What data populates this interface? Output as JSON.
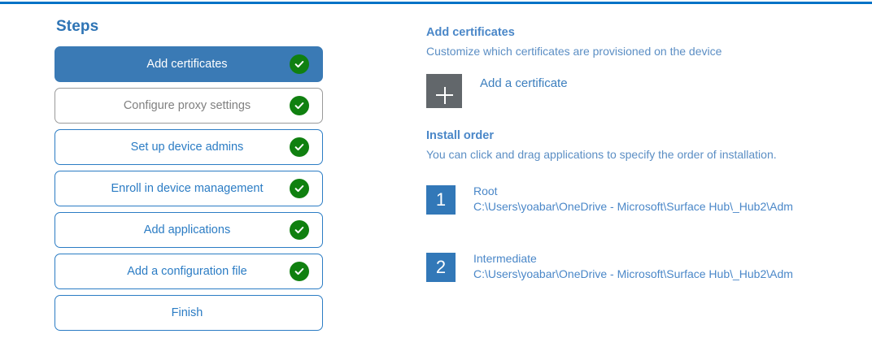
{
  "accent_rule_color": "#0072c6",
  "steps_panel": {
    "title": "Steps",
    "items": [
      {
        "label": "Add certificates",
        "state": "active",
        "completed": true
      },
      {
        "label": "Configure proxy settings",
        "state": "muted",
        "completed": true
      },
      {
        "label": "Set up device admins",
        "state": "default",
        "completed": true
      },
      {
        "label": "Enroll in device management",
        "state": "default",
        "completed": true
      },
      {
        "label": "Add applications",
        "state": "default",
        "completed": true
      },
      {
        "label": "Add a configuration file",
        "state": "default",
        "completed": true
      },
      {
        "label": "Finish",
        "state": "default",
        "completed": false
      }
    ]
  },
  "detail": {
    "title": "Add certificates",
    "subtitle": "Customize which certificates are provisioned on the device",
    "add_certificate_label": "Add a certificate",
    "add_certificate_icon": "plus-icon",
    "install_order": {
      "title": "Install order",
      "subtitle": "You can click and drag applications to specify the order of installation.",
      "items": [
        {
          "number": "1",
          "name": "Root",
          "path": "C:\\Users\\yoabar\\OneDrive - Microsoft\\Surface Hub\\_Hub2\\Adm"
        },
        {
          "number": "2",
          "name": "Intermediate",
          "path": "C:\\Users\\yoabar\\OneDrive - Microsoft\\Surface Hub\\_Hub2\\Adm"
        }
      ]
    }
  },
  "colors": {
    "accent_blue": "#0072c6",
    "step_active_bg": "#3a7ab5",
    "step_border_blue": "#2b7cc4",
    "step_border_muted": "#9a9a9a",
    "check_green": "#108010",
    "add_box_gray": "#62676b",
    "order_num_blue": "#3278b8",
    "heading_blue": "#2e74b5"
  }
}
